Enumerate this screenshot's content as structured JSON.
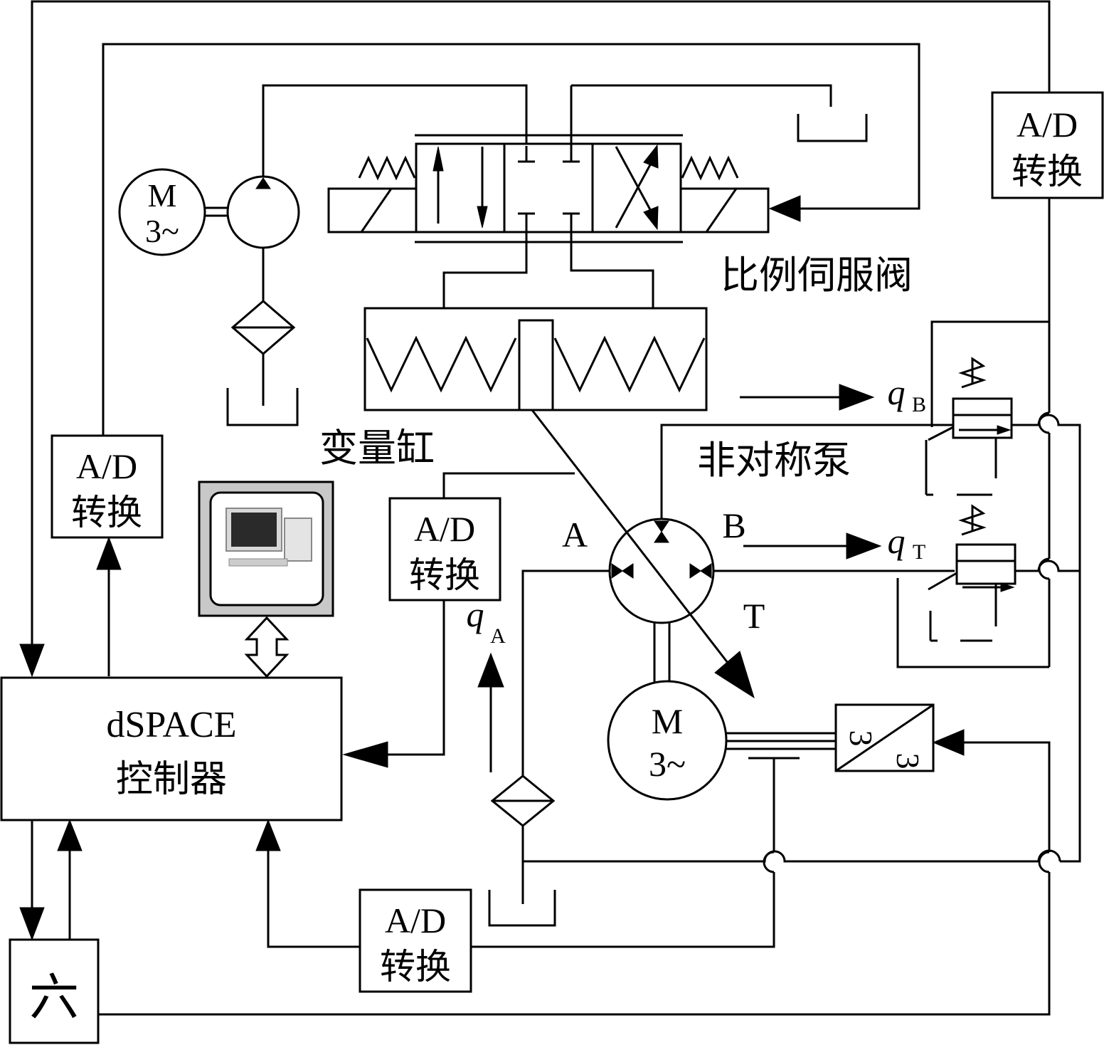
{
  "labels": {
    "ad": "A/D",
    "convert": "转换",
    "valve": "比例伺服阀",
    "cylinder": "变量缸",
    "pump": "非对称泵",
    "port_a": "A",
    "port_b": "B",
    "port_t": "T",
    "flow_q": "q",
    "sub_a": "A",
    "sub_b": "B",
    "sub_t": "T",
    "motor_m": "M",
    "motor_phase": "3~",
    "controller_line1": "dSPACE",
    "controller_line2": "控制器",
    "converter_in": "3",
    "converter_out": "3",
    "sensor_symbol": "六"
  },
  "colors": {
    "line": "#000000",
    "background": "#ffffff",
    "computer_bezel": "#c8c8c8",
    "computer_screen": "#2a2a2a"
  },
  "icons": [
    "computer-icon",
    "motor-icon",
    "pump-icon",
    "filter-icon",
    "tank-icon",
    "spring-icon",
    "relief-valve-icon",
    "frequency-converter-icon",
    "sensor-icon"
  ]
}
